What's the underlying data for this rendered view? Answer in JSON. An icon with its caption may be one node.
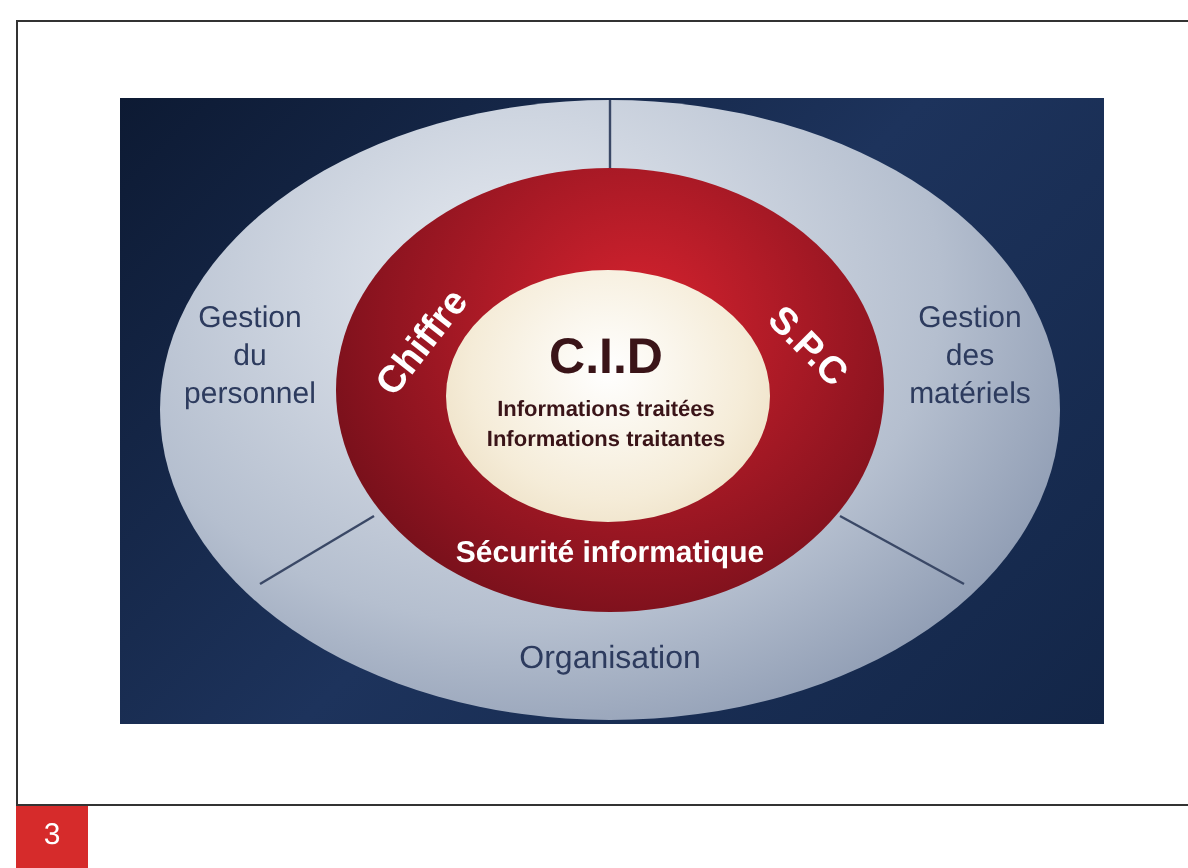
{
  "diagram": {
    "nodes": [
      {
        "text": [
          "Gestion du personnel",
          "Gestion des matériels",
          "Organisation"
        ]
      },
      {
        "text": [
          "Chiffre",
          "S.P.C",
          "Sécurité informatique"
        ],
        "in": 0
      },
      {
        "text": [
          "C.I.D",
          "Informations traitées",
          "Informations traitantes"
        ],
        "in": 1
      }
    ],
    "labels": [
      "3"
    ]
  }
}
